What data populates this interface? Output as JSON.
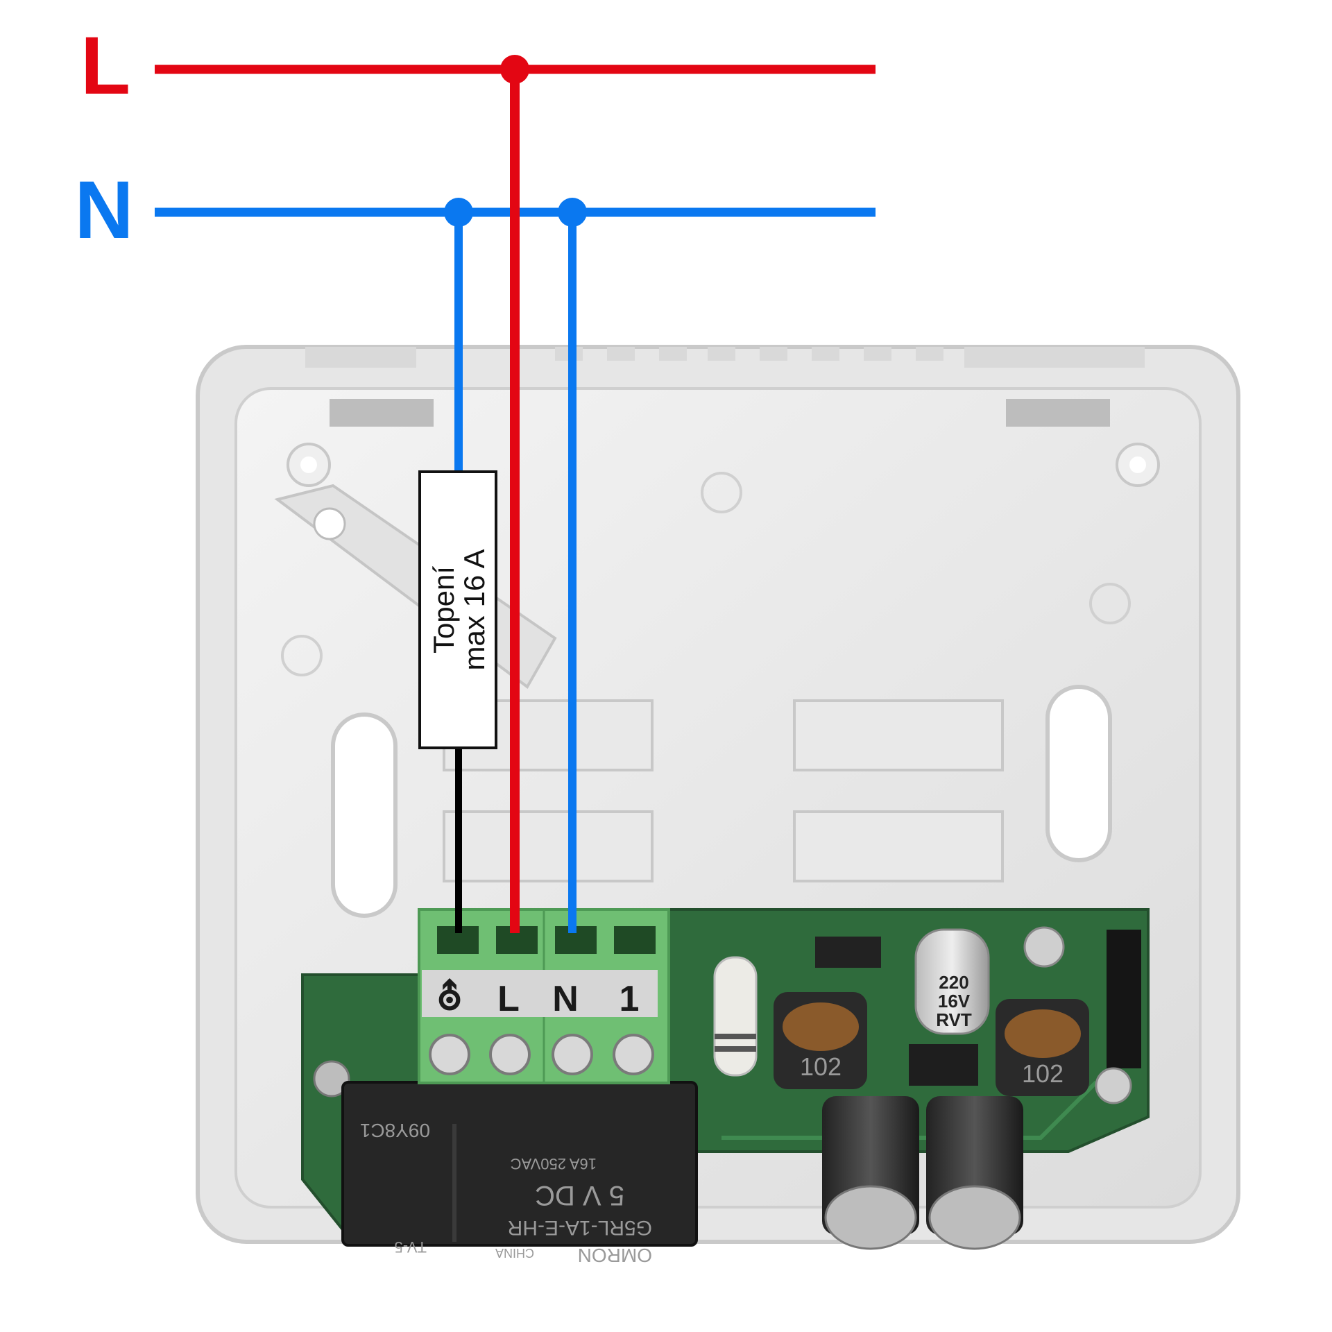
{
  "lines": {
    "live": {
      "label": "L",
      "color": "#e30613"
    },
    "neutral": {
      "label": "N",
      "color": "#0a78f0"
    },
    "load_wire_color": "#000000"
  },
  "load_box": {
    "line1": "Topení",
    "line2": "max 16 A"
  },
  "terminal_block": {
    "terminals": [
      {
        "label": "⛢",
        "icon": "heating-symbol-icon"
      },
      {
        "label": "L"
      },
      {
        "label": "N"
      },
      {
        "label": "1"
      }
    ],
    "color": "#6fbf73"
  },
  "relay": {
    "code": "09Y8C1",
    "rating": "16A 250VAC",
    "coil": "5 V DC",
    "model": "G5RL-1A-E-HR",
    "brand": "OMRON",
    "origin": "CHINA",
    "cert": "TV-5"
  },
  "capacitor": {
    "line1": "220",
    "line2": "16V",
    "line3": "RVT"
  },
  "inductors": [
    "102",
    "102"
  ]
}
